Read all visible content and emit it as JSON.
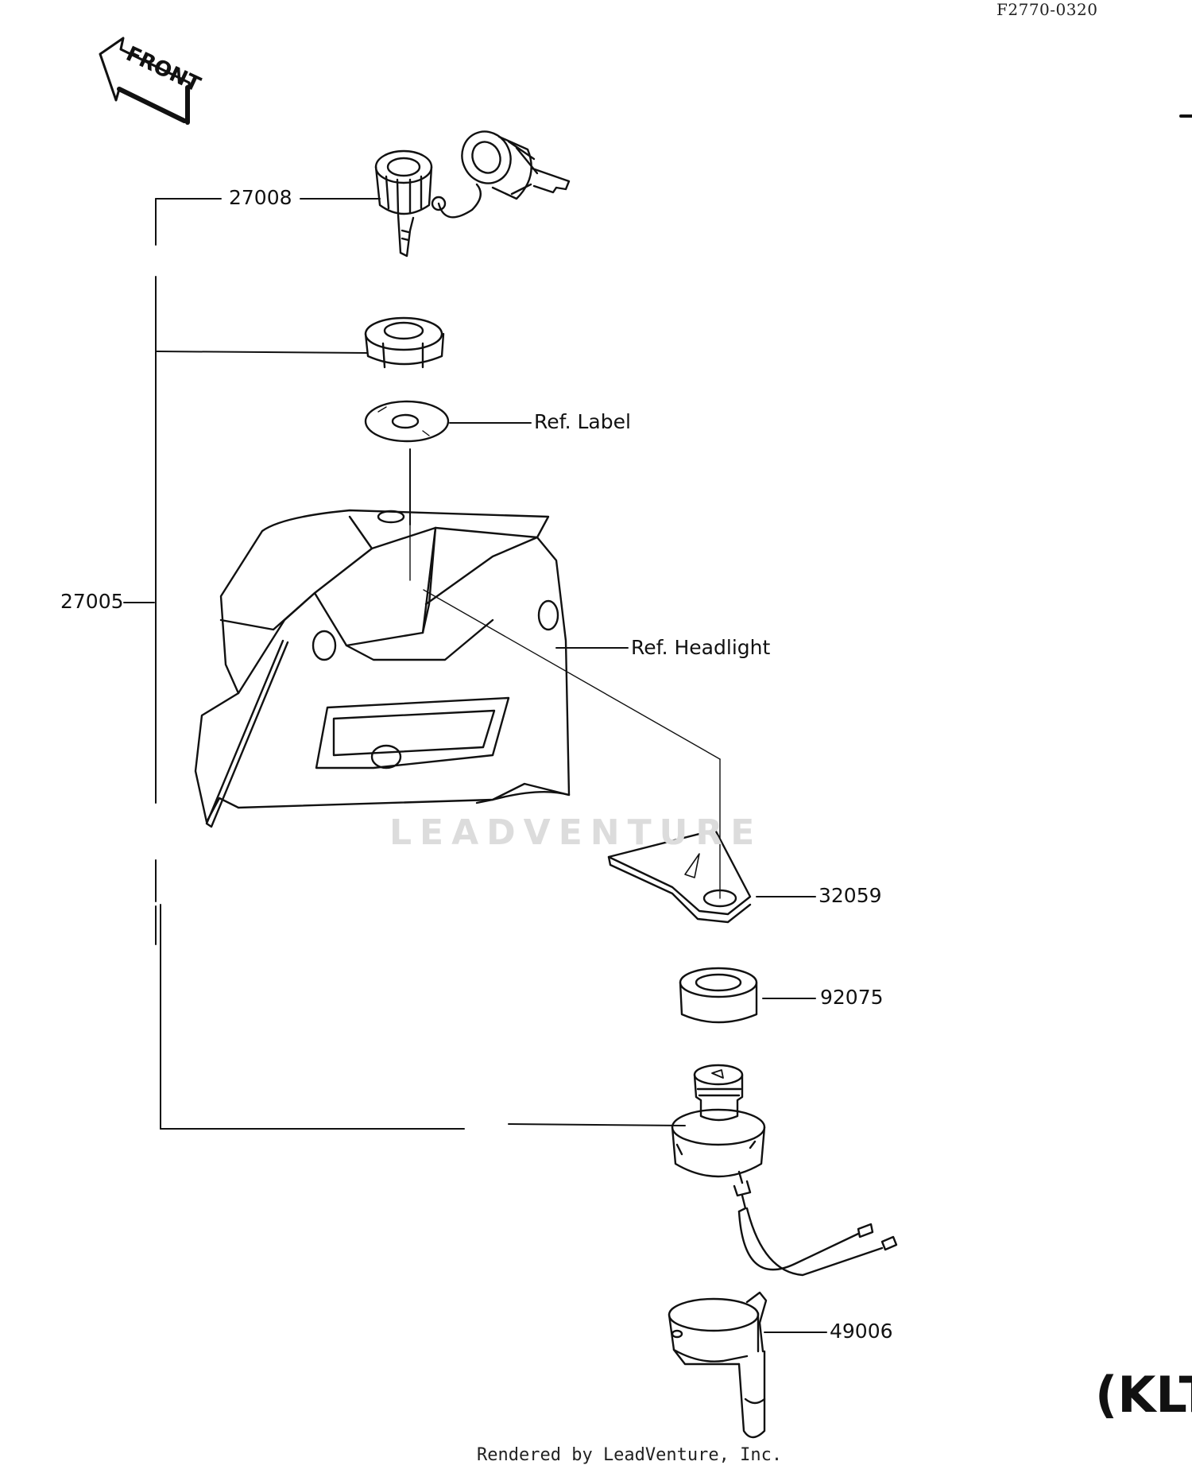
{
  "diagram_code": "F2770-0320",
  "front_label": "FRONT",
  "parts": {
    "p27008": "27008",
    "p27005": "27005",
    "p32059": "32059",
    "p92075": "92075",
    "p49006": "49006"
  },
  "refs": {
    "label": "Ref. Label",
    "headlight": "Ref. Headlight"
  },
  "watermark": "LEADVENTURE",
  "footer": "Rendered by LeadVenture, Inc.",
  "corner_text": "(KLT",
  "colors": {
    "ink": "#111111",
    "watermark": "#dcdcdc",
    "background": "#ffffff"
  }
}
